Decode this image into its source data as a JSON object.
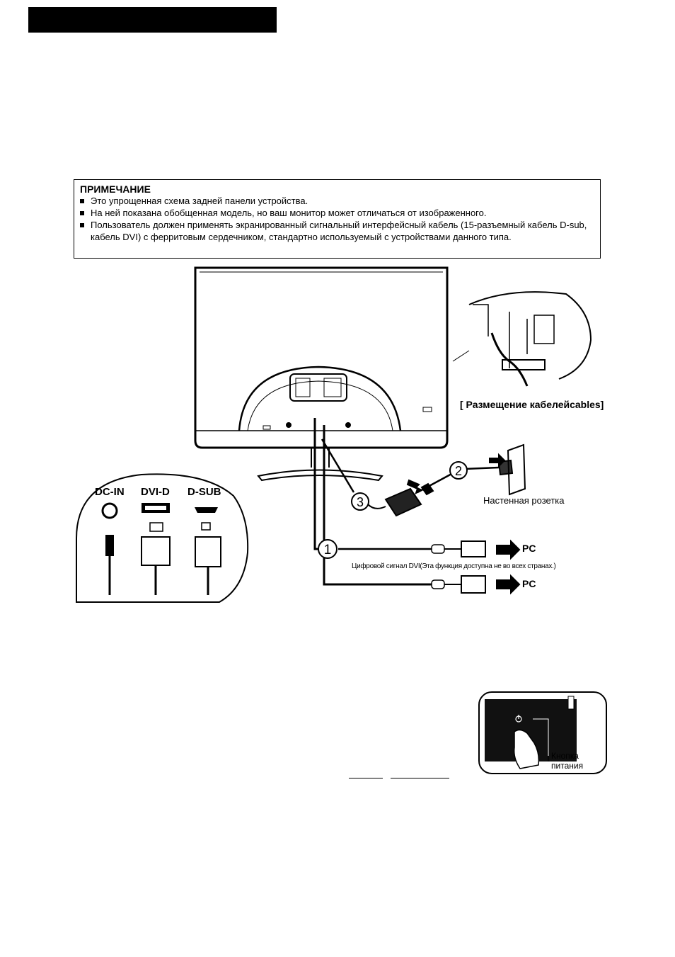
{
  "note": {
    "title": "ПРИМЕЧАНИЕ",
    "items": [
      "Это упрощенная схема задней панели устройства.",
      "На ней показана обобщенная модель, но ваш монитор может отличаться от изображенного.",
      "Пользователь должен применять экранированный сигнальный интерфейсный кабель (15-разъемный кабель D-sub, кабель DVI) с ферритовым сердечником, стандартно используемый с устройствами данного типа."
    ]
  },
  "diagram": {
    "cable_routing_caption": "[ Размещение кабелейcables]",
    "ports": [
      "DC-IN",
      "DVI-D",
      "D-SUB"
    ],
    "callouts": [
      "1",
      "2",
      "3"
    ],
    "wall_outlet_label": "Настенная розетка",
    "pc_label_1": "PC",
    "pc_label_2": "PC",
    "dvi_note": "Цифровой сигнал  DVI(Эта функция доступна не во всех странах.)"
  },
  "power": {
    "label_line1": "Кнопка",
    "label_line2": "питания"
  }
}
